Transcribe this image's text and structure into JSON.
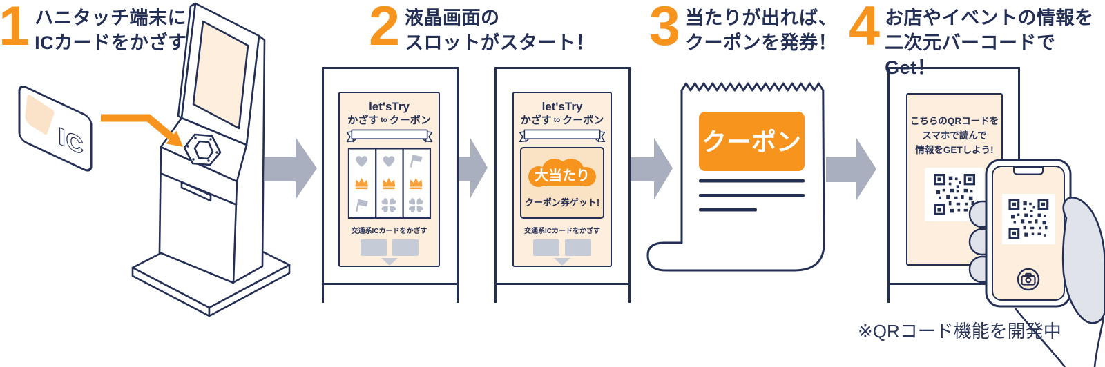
{
  "colors": {
    "navy": "#242f55",
    "orange": "#f7941e",
    "crown_orange": "#f6a23c",
    "peach": "#fdeedd",
    "peach_dark": "#fae3c4",
    "arrow_gray": "#a9afbe",
    "symbol_gray": "#b6bcc9",
    "button_gray": "#c6ccd7",
    "hand_gray": "#e0e3ea"
  },
  "steps": [
    {
      "number": "1",
      "lines": [
        "ハニタッチ端末に",
        "ICカードをかざす"
      ]
    },
    {
      "number": "2",
      "lines": [
        "液晶画面の",
        "スロットがスタート！"
      ]
    },
    {
      "number": "3",
      "lines": [
        "当たりが出れば、",
        "クーポンを発券！"
      ]
    },
    {
      "number": "4",
      "lines": [
        "お店やイベントの情報を",
        "二次元バーコードでGet！"
      ]
    }
  ],
  "card": {
    "label": "IC"
  },
  "screen1": {
    "title": "let'sTry",
    "sub_pre": "かざす",
    "sub_mid": "to",
    "sub_post": "クーポン",
    "caption": "交通系ICカードをかざす"
  },
  "screen2": {
    "title": "let'sTry",
    "sub_pre": "かざす",
    "sub_mid": "to",
    "sub_post": "クーポン",
    "win_badge": "大当たり",
    "win_text": "クーポン券ゲット!",
    "caption": "交通系ICカードをかざす"
  },
  "slot": {
    "reels": [
      [
        "heart",
        "crown",
        "flag"
      ],
      [
        "heart",
        "crown",
        "clover"
      ],
      [
        "flag",
        "crown",
        "clover"
      ]
    ]
  },
  "receipt": {
    "label": "クーポン"
  },
  "screen4": {
    "lines": [
      "こちらのQRコードを",
      "スマホで読んで",
      "情報をGETしよう!"
    ]
  },
  "footnote": "※QRコード機能を開発中"
}
